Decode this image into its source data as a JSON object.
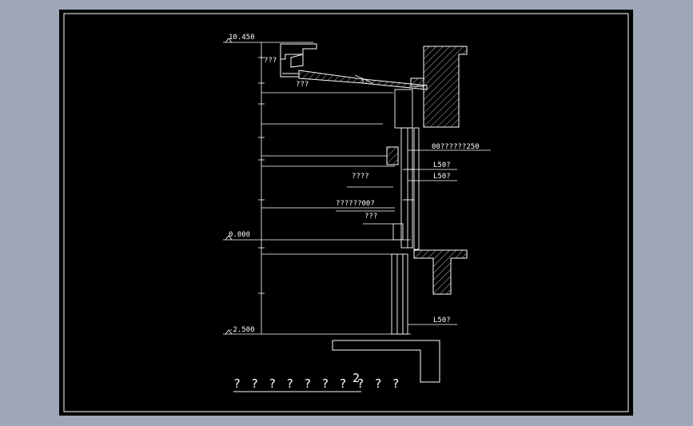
{
  "drawing": {
    "title": "? ? ? ? ? ? ? ? ? ?",
    "title_suffix": "2",
    "levels": {
      "top": "10.450",
      "ground": "0.000",
      "bottom": "-2.500"
    },
    "callouts": {
      "gutter_left": "???",
      "eave_board": "???",
      "glazing_frame": "00??????250",
      "lintel_1": "L50?",
      "lintel_2": "L50?",
      "sill_beam": "????",
      "mullion": "??????00?",
      "base_trim": "???",
      "lintel_bottom": "L50?"
    }
  },
  "colors": {
    "background": "#9ea7b7",
    "sheet": "#000000",
    "linework": "#ffffff"
  }
}
